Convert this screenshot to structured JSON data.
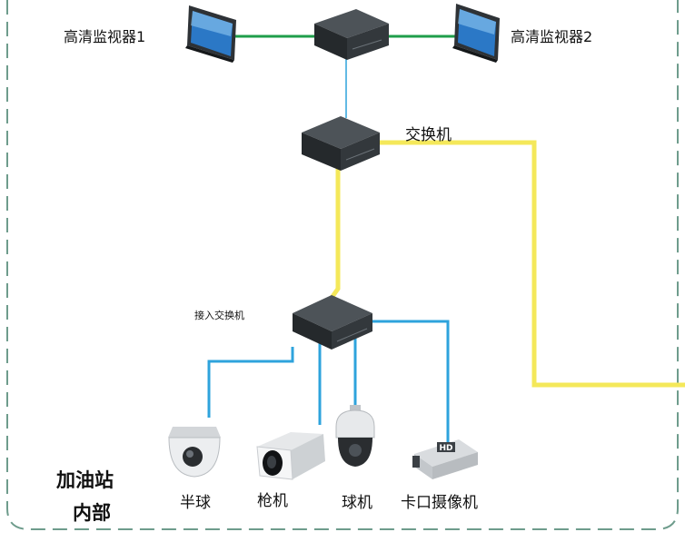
{
  "monitors": [
    {
      "label": "高清监视器1"
    },
    {
      "label": "高清监视器2"
    }
  ],
  "core_switch": {
    "label": "交换机"
  },
  "access_switch": {
    "label": "接入交换机"
  },
  "cameras": [
    {
      "label": "半球"
    },
    {
      "label": "枪机"
    },
    {
      "label": "球机"
    },
    {
      "label": "卡口摄像机"
    }
  ],
  "camera_badge": "HD",
  "zone": {
    "line1": "加油站",
    "line2": "内部"
  },
  "colors": {
    "green_link": "#1f9e4a",
    "blue_link": "#2ea3dc",
    "yellow_link": "#f4e85a",
    "boundary": "#6e9c8c",
    "device_dark": "#2e3236",
    "screen_blue": "#2b78c6"
  }
}
